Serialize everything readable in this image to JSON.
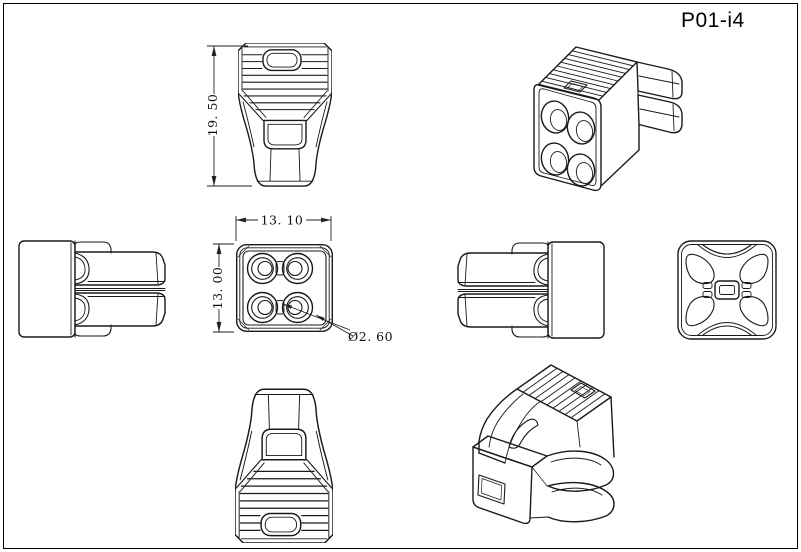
{
  "page": {
    "background": "#ffffff",
    "frame_color": "#000000",
    "line_color": "#1a1a1a"
  },
  "title": {
    "label": "P01-i4"
  },
  "dimensions": {
    "height": "19. 50",
    "width": "13. 10",
    "depth": "13. 00",
    "hole_diameter": "Ø2. 60"
  }
}
